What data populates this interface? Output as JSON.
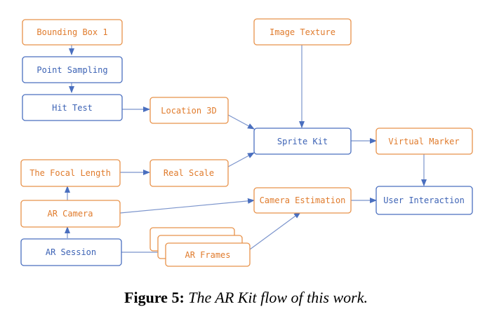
{
  "colors": {
    "orange": "#e8924a",
    "blue": "#4a6fbf",
    "arrow": "#7b94cc"
  },
  "nodes": {
    "bbox": "Bounding Box 1",
    "point": "Point Sampling",
    "hit": "Hit Test",
    "loc3d": "Location 3D",
    "imgtex": "Image Texture",
    "sprite": "Sprite Kit",
    "vmark": "Virtual Marker",
    "focal": "The Focal Length",
    "realscale": "Real Scale",
    "arcam": "AR Camera",
    "camest": "Camera Estimation",
    "userint": "User Interaction",
    "arsession": "AR Session",
    "arframes": "AR Frames"
  },
  "caption": {
    "label": "Figure 5:",
    "text": "The AR Kit flow of this work."
  }
}
